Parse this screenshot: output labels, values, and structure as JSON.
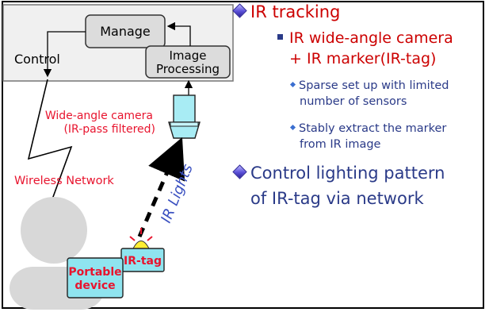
{
  "diagram": {
    "manage": "Manage",
    "control": "Control",
    "image_processing_1": "Image",
    "image_processing_2": "Processing",
    "camera_1": "Wide-angle camera",
    "camera_2": "(IR-pass filtered)",
    "wireless": "Wireless Network",
    "ir_lights": "IR Lights",
    "ir_tag": "IR-tag",
    "portable_1": "Portable",
    "portable_2": "device"
  },
  "bullets": {
    "b1": "IR tracking",
    "b1_1": "IR wide-angle camera",
    "b1_1b": "+ IR marker(IR-tag)",
    "b1_1_1a": "Sparse set up with limited",
    "b1_1_1b": "number of sensors",
    "b1_1_2a": "Stably extract the marker",
    "b1_1_2b": "from IR image",
    "b2a": "Control lighting pattern",
    "b2b": "of IR-tag via network"
  },
  "colors": {
    "heading_red": "#cc0000",
    "text_blue": "#2a3a88",
    "label_red": "#e8142e",
    "label_blue": "#3a50c0",
    "camera_cyan": "#a8ecf4",
    "tag_cyan": "#8fe4ef"
  }
}
